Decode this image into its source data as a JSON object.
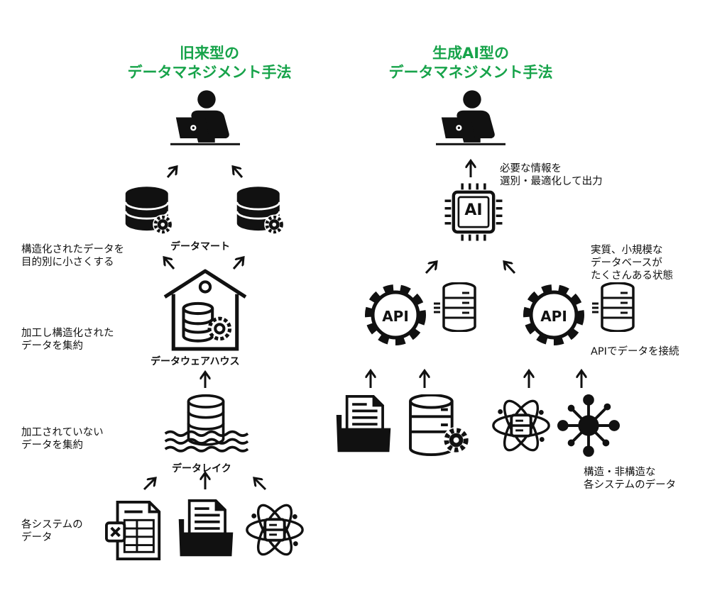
{
  "colors": {
    "accent": "#17a34a",
    "ink": "#111111"
  },
  "left": {
    "title_line1": "旧来型の",
    "title_line2": "データマネジメント手法",
    "data_mart_label": "データマート",
    "data_mart_note_line1": "構造化されたデータを",
    "data_mart_note_line2": "目的別に小さくする",
    "warehouse_label": "データウェアハウス",
    "warehouse_note_line1": "加工し構造化された",
    "warehouse_note_line2": "データを集約",
    "lake_label": "データレイク",
    "lake_note_line1": "加工されていない",
    "lake_note_line2": "データを集約",
    "sources_note_line1": "各システムの",
    "sources_note_line2": "データ"
  },
  "right": {
    "title_line1": "生成AI型の",
    "title_line2": "データマネジメント手法",
    "ai_chip_label": "AI",
    "ai_note_line1": "必要な情報を",
    "ai_note_line2": "選別・最適化して出力",
    "small_db_note_line1": "実質、小規模な",
    "small_db_note_line2": "データベースが",
    "small_db_note_line3": "たくさんある状態",
    "api_label": "API",
    "api_note": "APIでデータを接続",
    "sources_note_line1": "構造・非構造な",
    "sources_note_line2": "各システムのデータ"
  },
  "icons": [
    "user-at-laptop-icon",
    "database-gear-icon",
    "warehouse-icon",
    "data-lake-icon",
    "spreadsheet-icon",
    "document-folder-icon",
    "atom-server-icon",
    "ai-chip-icon",
    "api-gear-icon",
    "small-database-icon",
    "network-hub-icon"
  ]
}
